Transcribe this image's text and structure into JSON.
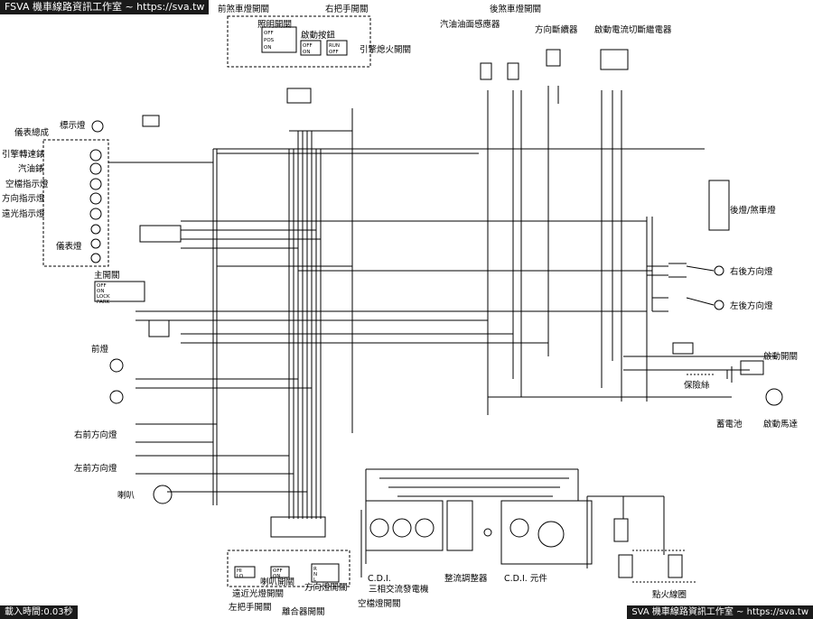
{
  "banner": "FSVA 機車線路資訊工作室 ~ https://sva.tw",
  "footer_left": "載入時間:0.03秒",
  "footer_right": "SVA 機車線路資訊工作室 ~ https://sva.tw",
  "labels": {
    "front_brake_sw": "前煞車燈開關",
    "right_handle_sw": "右把手開關",
    "lighting_sw": "照明開關",
    "start_button": "啟動按鈕",
    "engine_kill_sw": "引擎熄火開關",
    "fuel_sender": "汽油油面感應器",
    "rear_brake_sw": "後煞車燈開關",
    "turn_relay": "方向斷續器",
    "starter_relay": "啟動電流切斷繼電器",
    "meter_assembly": "儀表總成",
    "indicator_light": "標示燈",
    "tachometer": "引擎轉速錶",
    "fuel_gauge": "汽油錶",
    "neutral_ind": "空檔指示燈",
    "turn_ind": "方向指示燈",
    "high_beam_ind": "遠光指示燈",
    "meter_light": "儀表燈",
    "main_sw": "主開關",
    "headlight": "前燈",
    "r_front_turn": "右前方向燈",
    "l_front_turn": "左前方向燈",
    "horn": "喇叭",
    "tail_brake": "後燈/煞車燈",
    "r_rear_turn": "右後方向燈",
    "l_rear_turn": "左後方向燈",
    "starter_motor_sw": "啟動開關",
    "fuse": "保險絲",
    "battery": "蓄電池",
    "starter_motor": "啟動馬達",
    "horn_sw": "喇叭開關",
    "dimmer_sw": "遠近光燈開關",
    "turn_sw": "方向燈開關",
    "left_handle_sw": "左把手開關",
    "clutch_sw": "離合器開關",
    "cdi": "C.D.I.",
    "alternator": "三相交流發電機",
    "regulator": "整流調整器",
    "cdi_unit": "C.D.I. 元件",
    "neutral_sw": "空檔燈開關",
    "ignition_coil": "點火線圈"
  },
  "switch_tables": {
    "lighting": [
      "OFF",
      "POS",
      "ON"
    ],
    "start": [
      "OFF",
      "ON"
    ],
    "kill": [
      "RUN",
      "OFF"
    ],
    "main": [
      "OFF",
      "ON",
      "LOCK",
      "PARK"
    ],
    "horn": [
      "OFF",
      "ON"
    ],
    "dimmer": [
      "HI",
      "LO"
    ],
    "turn": [
      "R",
      "N",
      "L"
    ]
  }
}
